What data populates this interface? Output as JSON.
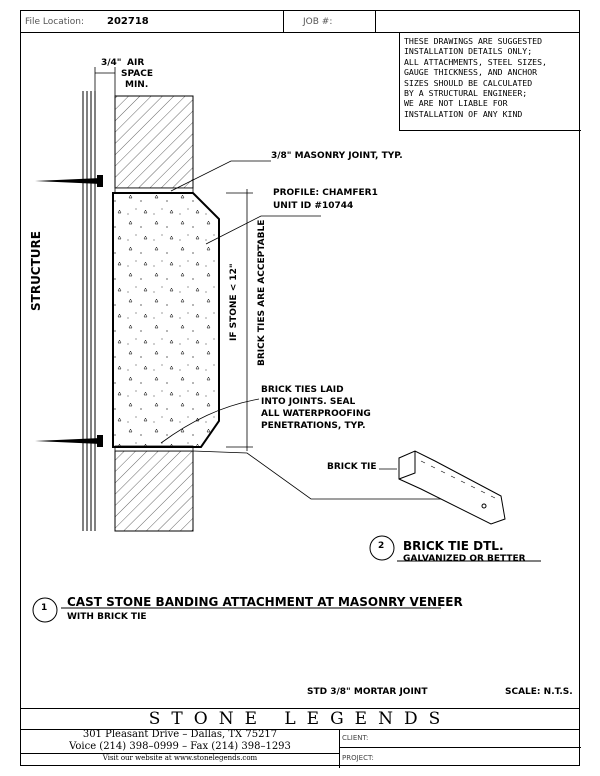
{
  "header": {
    "file_location_label": "File Location:",
    "file_location_value": "202718",
    "job_label": "JOB #:"
  },
  "notes": [
    "THESE DRAWINGS ARE SUGGESTED",
    "INSTALLATION DETAILS ONLY;",
    "ALL ATTACHMENTS, STEEL SIZES,",
    "GAUGE THICKNESS, AND ANCHOR",
    "SIZES SHOULD BE CALCULATED",
    "BY A STRUCTURAL ENGINEER;",
    "WE ARE NOT LIABLE FOR",
    "INSTALLATION OF ANY KIND"
  ],
  "labels": {
    "air_space_fraction": "3/4\"",
    "air_space_1": "AIR",
    "air_space_2": "SPACE",
    "air_space_3": "MIN.",
    "masonry_joint": "3/8\" MASONRY JOINT, TYP.",
    "profile": "PROFILE: CHAMFER1",
    "unit_id": "UNIT ID #10744",
    "structure": "STRUCTURE",
    "if_stone": "IF STONE < 12\"",
    "brick_ties_acceptable": "BRICK TIES ARE ACCEPTABLE",
    "brick_ties_laid_1": "BRICK TIES LAID",
    "brick_ties_laid_2": "INTO JOINTS. SEAL",
    "brick_ties_laid_3": "ALL WATERPROOFING",
    "brick_ties_laid_4": "PENETRATIONS, TYP.",
    "brick_tie": "BRICK TIE"
  },
  "callouts": {
    "detail2_number": "2",
    "detail2_title": "BRICK TIE DTL.",
    "detail2_sub": "GALVANIZED OR BETTER",
    "detail1_number": "1",
    "detail1_title": "CAST STONE BANDING ATTACHMENT AT MASONRY VENEER",
    "detail1_sub": "WITH BRICK TIE"
  },
  "bottom": {
    "mortar": "STD 3/8\" MORTAR JOINT",
    "scale": "SCALE: N.T.S."
  },
  "footer": {
    "brand": "STONE LEGENDS",
    "address": "301 Pleasant Drive – Dallas, TX 75217",
    "phone": "Voice (214) 398–0999 – Fax (214) 398–1293",
    "website": "Visit our website at     www.stonelegends.com",
    "client_label": "CLIENT:",
    "project_label": "PROJECT:"
  }
}
